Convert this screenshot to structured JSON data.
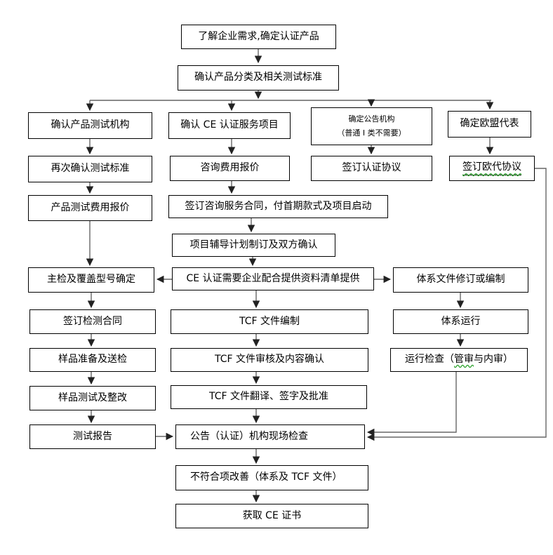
{
  "diagram": {
    "type": "flowchart",
    "subject": "CE certification process flow"
  },
  "colors": {
    "background": "#ffffff",
    "box_border": "#000000",
    "text": "#000000",
    "connector_line": "#666666",
    "arrowhead": "#222222",
    "spellcheck_squiggle": "#3aa83a"
  },
  "nodes": {
    "understand_needs": {
      "label": "了解企业需求,确定认证产品"
    },
    "classify": {
      "label": "确认产品分类及相关测试标准"
    },
    "test_org": {
      "label": "确认产品测试机构"
    },
    "ce_service": {
      "label": "确认 CE 认证服务项目"
    },
    "notified_body": {
      "line1": "确定公告机构",
      "line2": "（普通 I 类不需要）"
    },
    "eu_rep": {
      "label": "确定欧盟代表"
    },
    "reconfirm_std": {
      "label": "再次确认测试标准"
    },
    "consult_quote": {
      "label": "咨询费用报价"
    },
    "cert_agreement": {
      "label": "签订认证协议"
    },
    "eu_agreement": {
      "label": "签订欧代协议"
    },
    "test_quote": {
      "label": "产品测试费用报价"
    },
    "sign_consult": {
      "label": "签订咨询服务合同，付首期款式及项目启动"
    },
    "plan": {
      "label": "项目辅导计划制订及双方确认"
    },
    "master_model": {
      "label": "主检及覆盖型号确定"
    },
    "ce_materials": {
      "label": "CE 认证需要企业配合提供资料清单提供"
    },
    "sys_docs": {
      "label": "体系文件修订或编制"
    },
    "test_contract": {
      "label": "签订检测合同"
    },
    "tcf_prep": {
      "label": "TCF 文件编制"
    },
    "sys_run": {
      "label": "体系运行"
    },
    "sample_prep": {
      "label": "样品准备及送检"
    },
    "tcf_review": {
      "label": "TCF 文件审核及内容确认"
    },
    "run_check": {
      "pre": "运行检查（",
      "wavy": "管审",
      "post": "与内审）"
    },
    "sample_test": {
      "label": "样品测试及整改"
    },
    "tcf_translate": {
      "label": "TCF 文件翻译、签字及批准"
    },
    "test_report": {
      "label": "测试报告"
    },
    "onsite": {
      "label": "公告（认证）机构现场检查"
    },
    "nonconform": {
      "label": "不符合项改善（体系及 TCF 文件）"
    },
    "get_cert": {
      "label": "获取 CE 证书"
    }
  }
}
